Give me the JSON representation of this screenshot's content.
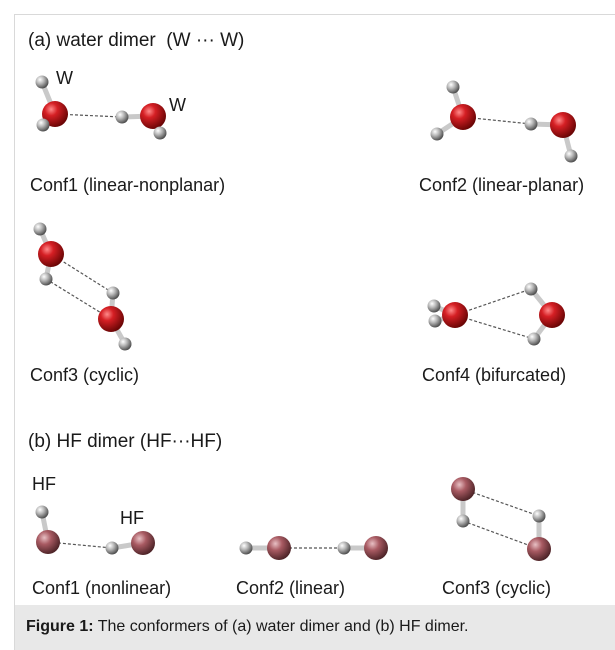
{
  "figure": {
    "section_a_title": "(a) water dimer  (W ··· W)",
    "section_b_title": "(b) HF dimer (HF···HF)",
    "atom_labels": {
      "water_monomer": "W",
      "hf_monomer": "HF"
    },
    "water_conformers": [
      {
        "label": "Conf1 (linear-nonplanar)"
      },
      {
        "label": "Conf2 (linear-planar)"
      },
      {
        "label": "Conf3 (cyclic)"
      },
      {
        "label": "Conf4 (bifurcated)"
      }
    ],
    "hf_conformers": [
      {
        "label": "Conf1 (nonlinear)"
      },
      {
        "label": "Conf2 (linear)"
      },
      {
        "label": "Conf3 (cyclic)"
      }
    ],
    "colors": {
      "oxygen": "#c8171c",
      "fluorine": "#a85a62",
      "hydrogen": "#a8a8a8",
      "hbond_line": "#555555"
    }
  },
  "caption": {
    "label": "Figure 1:",
    "text": " The conformers of (a) water dimer and (b) HF dimer."
  }
}
